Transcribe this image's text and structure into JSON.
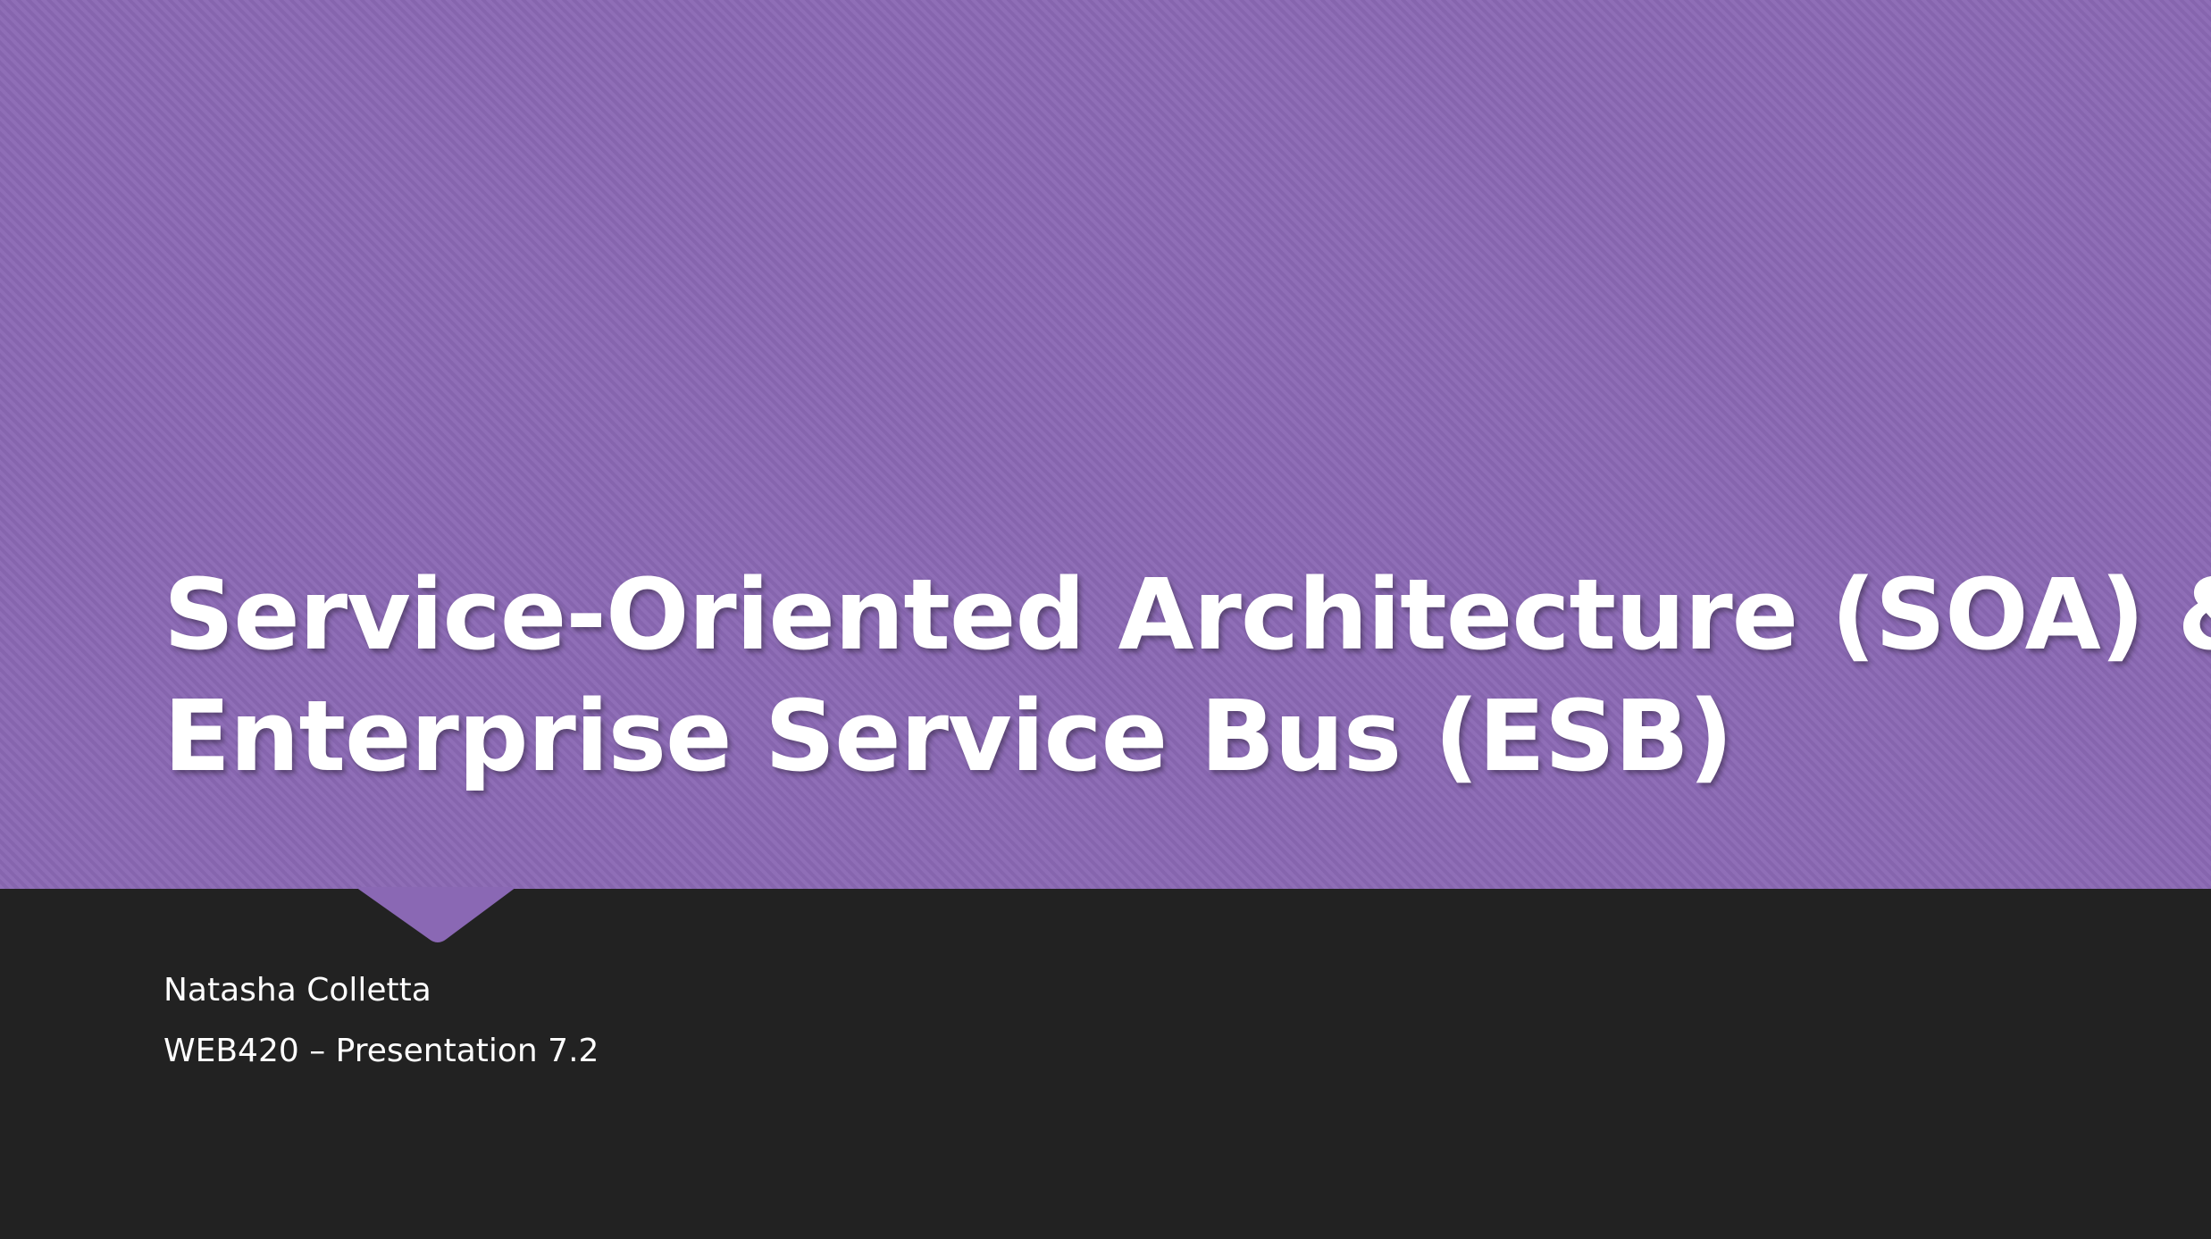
{
  "slide": {
    "title_line_1": "Service-Oriented Architecture (SOA) &",
    "title_line_2": "Enterprise Service Bus (ESB)",
    "author": "Natasha Colletta",
    "course": "WEB420 – Presentation 7.2"
  },
  "colors": {
    "accent_purple": "#8a68b4",
    "dark_background": "#222222",
    "text": "#ffffff"
  }
}
